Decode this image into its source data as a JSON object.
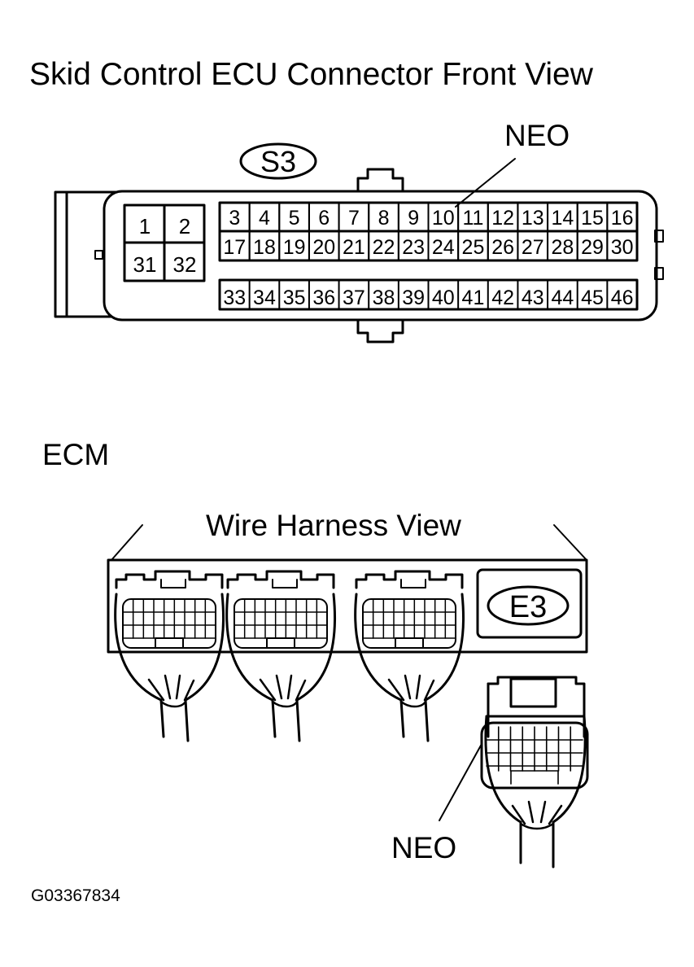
{
  "title": "Skid Control ECU Connector Front View",
  "skid_connector": {
    "code": "S3",
    "callout": "NEO",
    "large_pins_top": [
      "1",
      "2"
    ],
    "large_pins_bottom": [
      "31",
      "32"
    ],
    "row1": [
      "3",
      "4",
      "5",
      "6",
      "7",
      "8",
      "9",
      "10",
      "11",
      "12",
      "13",
      "14",
      "15",
      "16"
    ],
    "row2": [
      "17",
      "18",
      "19",
      "20",
      "21",
      "22",
      "23",
      "24",
      "25",
      "26",
      "27",
      "28",
      "29",
      "30"
    ],
    "row3": [
      "33",
      "34",
      "35",
      "36",
      "37",
      "38",
      "39",
      "40",
      "41",
      "42",
      "43",
      "44",
      "45",
      "46"
    ]
  },
  "ecm": {
    "label": "ECM",
    "view_label": "Wire Harness View",
    "code": "E3",
    "callout": "NEO"
  },
  "figure_code": "G03367834"
}
